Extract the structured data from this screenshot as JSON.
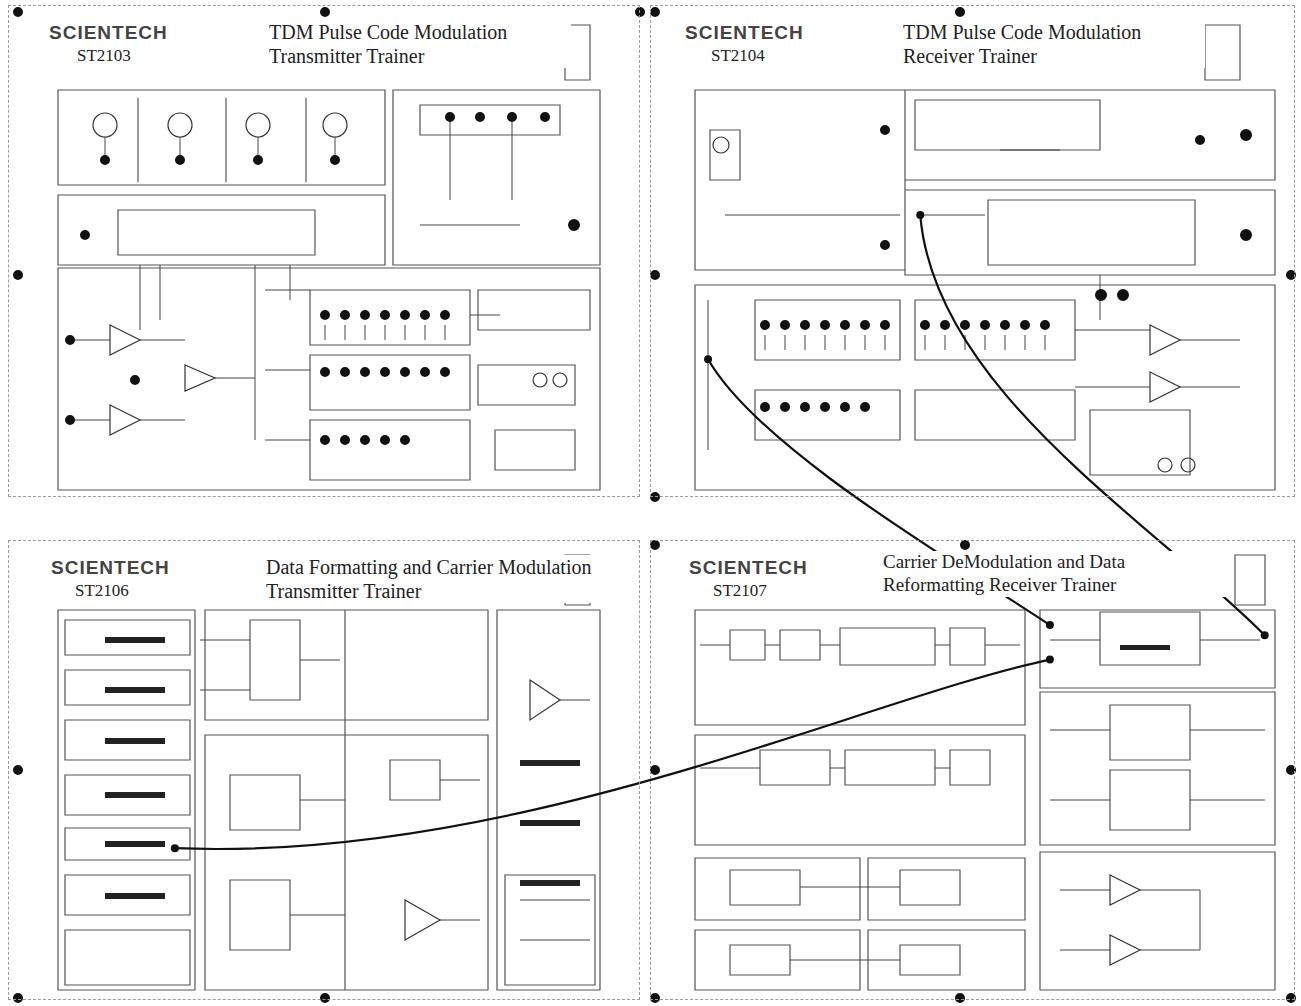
{
  "diagram": {
    "nodes": [
      {
        "text": [
          "SCIENTECH",
          "ST2103",
          "TDM Pulse Code Modulation Transmitter Trainer"
        ]
      },
      {
        "text": [
          "SCIENTECH",
          "ST2104",
          "TDM Pulse Code Modulation Receiver Trainer"
        ]
      },
      {
        "text": [
          "SCIENTECH",
          "ST2106",
          "Data Formatting and Carrier Modulation Transmitter Trainer"
        ]
      },
      {
        "text": [
          "SCIENTECH",
          "ST2107",
          "Carrier DeModulation and Data Reformatting Receiver Trainer"
        ]
      }
    ],
    "edges": [
      {
        "from": 1,
        "to": 3,
        "arrow": "none"
      },
      {
        "from": 1,
        "to": 3,
        "arrow": "none"
      },
      {
        "from": 2,
        "to": 3,
        "arrow": "none"
      }
    ]
  }
}
